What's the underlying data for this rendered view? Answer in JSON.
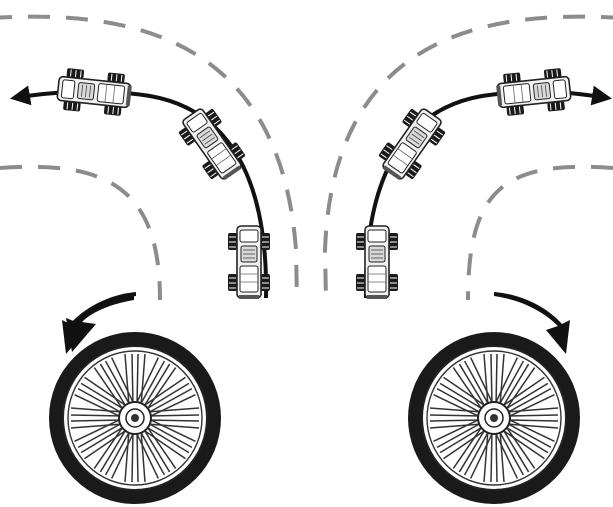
{
  "diagram": {
    "left_panel": {
      "turn_direction": "left",
      "vehicle_poses": 3,
      "wheel_rotation": "counterclockwise"
    },
    "right_panel": {
      "turn_direction": "right",
      "vehicle_poses": 3,
      "wheel_rotation": "clockwise"
    },
    "colors": {
      "lane_dash": "#8c8c8c",
      "path_arrow": "#111111",
      "tire": "#1a1a1a",
      "vehicle_body": "#f2f2f2",
      "vehicle_outline": "#222222"
    },
    "icons": [
      "rc-truck-icon",
      "wheel-icon",
      "turn-arrow-icon",
      "rotation-arrow-icon"
    ]
  }
}
